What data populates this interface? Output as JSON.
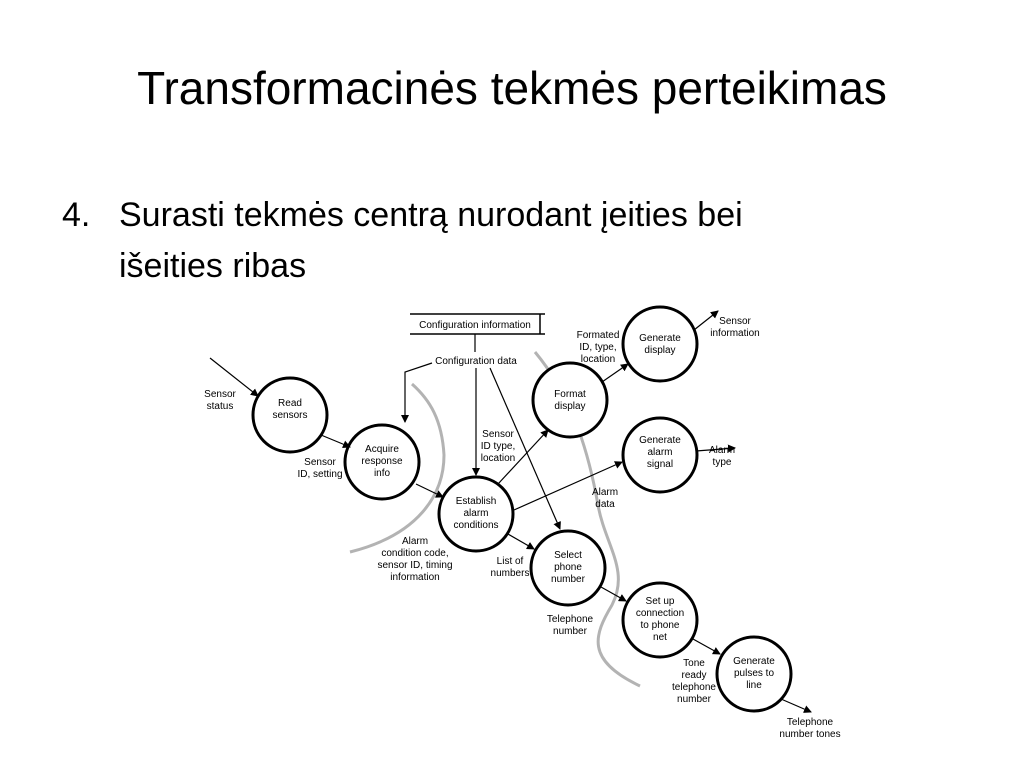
{
  "slide": {
    "title": "Transformacinės tekmės perteikimas",
    "bullet_number": "4.",
    "bullet_lines": [
      "Surasti tekmės centrą nurodant įeities bei",
      "išeities ribas"
    ]
  },
  "diagram": {
    "store": "Configuration information",
    "processes": [
      {
        "id": "read-sensors",
        "lines": [
          "Read",
          "sensors"
        ]
      },
      {
        "id": "acquire-response-info",
        "lines": [
          "Acquire",
          "response",
          "info"
        ]
      },
      {
        "id": "establish-alarm-conditions",
        "lines": [
          "Establish",
          "alarm",
          "conditions"
        ]
      },
      {
        "id": "format-display",
        "lines": [
          "Format",
          "display"
        ]
      },
      {
        "id": "generate-display",
        "lines": [
          "Generate",
          "display"
        ]
      },
      {
        "id": "generate-alarm-signal",
        "lines": [
          "Generate",
          "alarm",
          "signal"
        ]
      },
      {
        "id": "select-phone-number",
        "lines": [
          "Select",
          "phone",
          "number"
        ]
      },
      {
        "id": "set-up-connection",
        "lines": [
          "Set up",
          "connection",
          "to phone",
          "net"
        ]
      },
      {
        "id": "generate-pulses",
        "lines": [
          "Generate",
          "pulses to",
          "line"
        ]
      }
    ],
    "flows": [
      {
        "id": "sensor-status",
        "lines": [
          "Sensor",
          "status"
        ]
      },
      {
        "id": "sensor-id-setting",
        "lines": [
          "Sensor",
          "ID, setting"
        ]
      },
      {
        "id": "configuration-data",
        "lines": [
          "Configuration data"
        ]
      },
      {
        "id": "sensor-id-type-location",
        "lines": [
          "Sensor",
          "ID type,",
          "location"
        ]
      },
      {
        "id": "alarm-condition-code",
        "lines": [
          "Alarm",
          "condition code,",
          "sensor ID, timing",
          "information"
        ]
      },
      {
        "id": "formated-id-type-location",
        "lines": [
          "Formated",
          "ID, type,",
          "location"
        ]
      },
      {
        "id": "sensor-information",
        "lines": [
          "Sensor",
          "information"
        ]
      },
      {
        "id": "alarm-type",
        "lines": [
          "Alarm",
          "type"
        ]
      },
      {
        "id": "alarm-data",
        "lines": [
          "Alarm",
          "data"
        ]
      },
      {
        "id": "list-of-numbers",
        "lines": [
          "List of",
          "numbers"
        ]
      },
      {
        "id": "telephone-number",
        "lines": [
          "Telephone",
          "number"
        ]
      },
      {
        "id": "tone-ready-telephone-number",
        "lines": [
          "Tone",
          "ready",
          "telephone",
          "number"
        ]
      },
      {
        "id": "telephone-number-tones",
        "lines": [
          "Telephone",
          "number tones"
        ]
      }
    ]
  }
}
